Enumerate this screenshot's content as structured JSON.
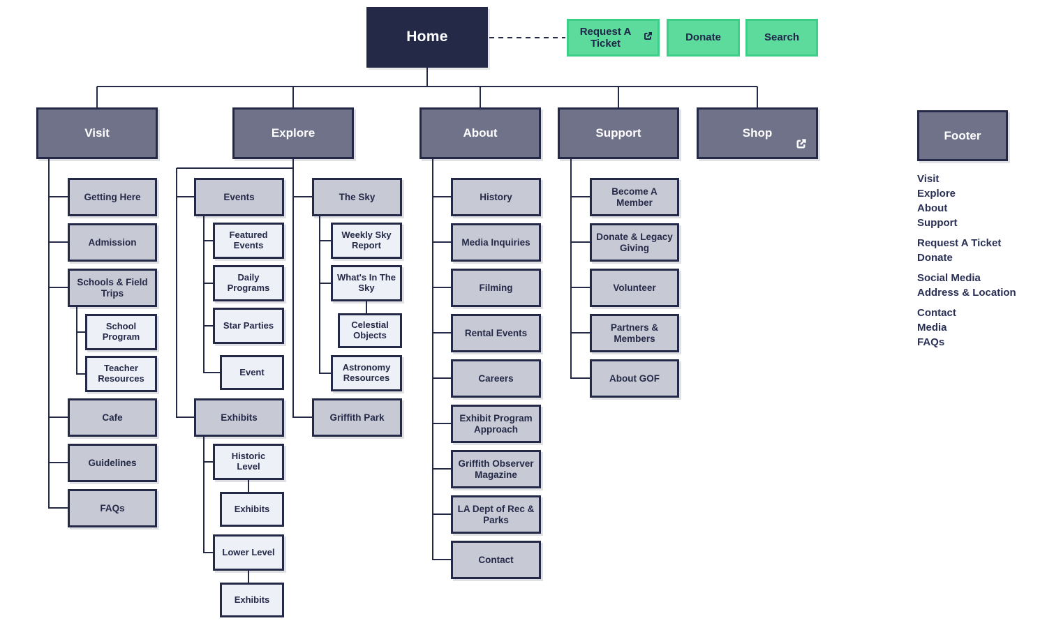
{
  "colors": {
    "navy": "#242948",
    "header_gray": "#6F7289",
    "child_gray": "#C7C9D4",
    "sub_light": "#EEF0F7",
    "green": "#5CDB9C",
    "green_border": "#3CCF88",
    "line": "#242948"
  },
  "home": {
    "label": "Home"
  },
  "actions": {
    "request_ticket": "Request A Ticket",
    "donate": "Donate",
    "search": "Search"
  },
  "visit": {
    "label": "Visit",
    "getting_here": "Getting Here",
    "admission": "Admission",
    "schools": "Schools & Field Trips",
    "school_program": "School Program",
    "teacher_resources": "Teacher Resources",
    "cafe": "Cafe",
    "guidelines": "Guidelines",
    "faqs": "FAQs"
  },
  "explore": {
    "label": "Explore",
    "events": "Events",
    "featured_events": "Featured Events",
    "daily_programs": "Daily Programs",
    "star_parties": "Star Parties",
    "event": "Event",
    "exhibits": "Exhibits",
    "historic_level": "Historic Level",
    "exhibits_historic": "Exhibits",
    "lower_level": "Lower Level",
    "exhibits_lower": "Exhibits",
    "the_sky": "The Sky",
    "weekly_sky_report": "Weekly Sky Report",
    "whats_in_the_sky": "What's In The Sky",
    "celestial_objects": "Celestial Objects",
    "astronomy_resources": "Astronomy Resources",
    "griffith_park": "Griffith Park"
  },
  "about": {
    "label": "About",
    "history": "History",
    "media_inquiries": "Media Inquiries",
    "filming": "Filming",
    "rental_events": "Rental Events",
    "careers": "Careers",
    "exhibit_program": "Exhibit Program Approach",
    "observer_magazine": "Griffith Observer Magazine",
    "la_dept": "LA Dept of Rec & Parks",
    "contact": "Contact"
  },
  "support": {
    "label": "Support",
    "become_member": "Become A Member",
    "donate_legacy": "Donate & Legacy Giving",
    "volunteer": "Volunteer",
    "partners": "Partners & Members",
    "about_gof": "About GOF"
  },
  "shop": {
    "label": "Shop"
  },
  "footer": {
    "label": "Footer",
    "links_nav": [
      "Visit",
      "Explore",
      "About",
      "Support"
    ],
    "links_actions": [
      "Request A Ticket",
      "Donate"
    ],
    "links_social": [
      "Social Media",
      "Address & Location"
    ],
    "links_info": [
      "Contact",
      "Media",
      "FAQs"
    ]
  }
}
